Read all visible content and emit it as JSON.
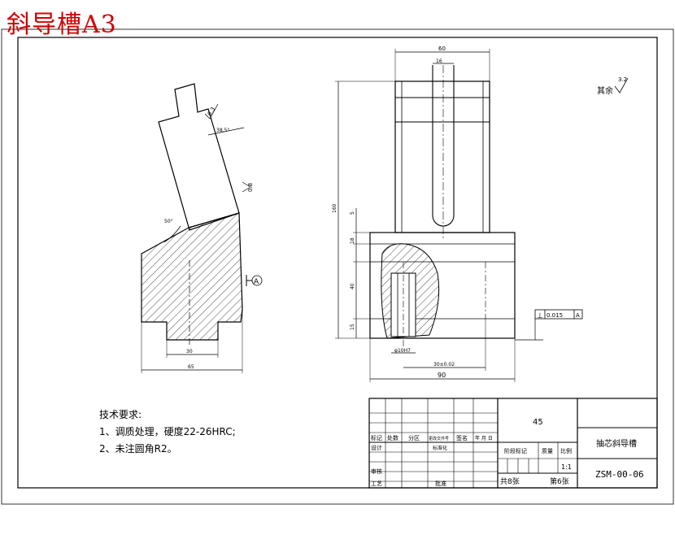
{
  "header": {
    "title": "斜导槽A3"
  },
  "tech_requirements": {
    "heading": "技术要求:",
    "items": [
      "1、调质处理，硬度22-26HRC;",
      "2、未注圆角R2。"
    ]
  },
  "surface_roughness": {
    "label": "其余",
    "value": "3.2"
  },
  "left_view": {
    "roughness_top": "6.3",
    "angle_dim": "38.5°",
    "roughness_side": "0.8",
    "angle_lower": "50°",
    "datum_label": "A",
    "dim_inner": "30",
    "dim_outer": "65"
  },
  "right_view": {
    "dim_top": "60",
    "dim_slot": "16",
    "dim_height": "160",
    "dim_a": "5",
    "dim_b": "18",
    "dim_c": "40",
    "dim_d": "15",
    "dim_hole": "φ10H7",
    "dim_center": "30±0.02",
    "dim_bottom": "90",
    "tolerance_symbol": "⊥",
    "tolerance_value": "0.015",
    "tolerance_datum": "A"
  },
  "title_block": {
    "material": "45",
    "part_name": "抽芯斜导槽",
    "drawing_no": "ZSM-00-06",
    "scale": "1:1",
    "sheets_total": "共8张",
    "sheet_no": "第6张",
    "row_labels": [
      "标记",
      "处数",
      "分区",
      "更改文件号",
      "签名",
      "年 月 日"
    ],
    "design": "设计",
    "standard": "标准化",
    "check": "审核",
    "process": "工艺",
    "approve": "批准",
    "stage_mark": "阶段标记",
    "weight": "质量",
    "scale_label": "比例"
  }
}
